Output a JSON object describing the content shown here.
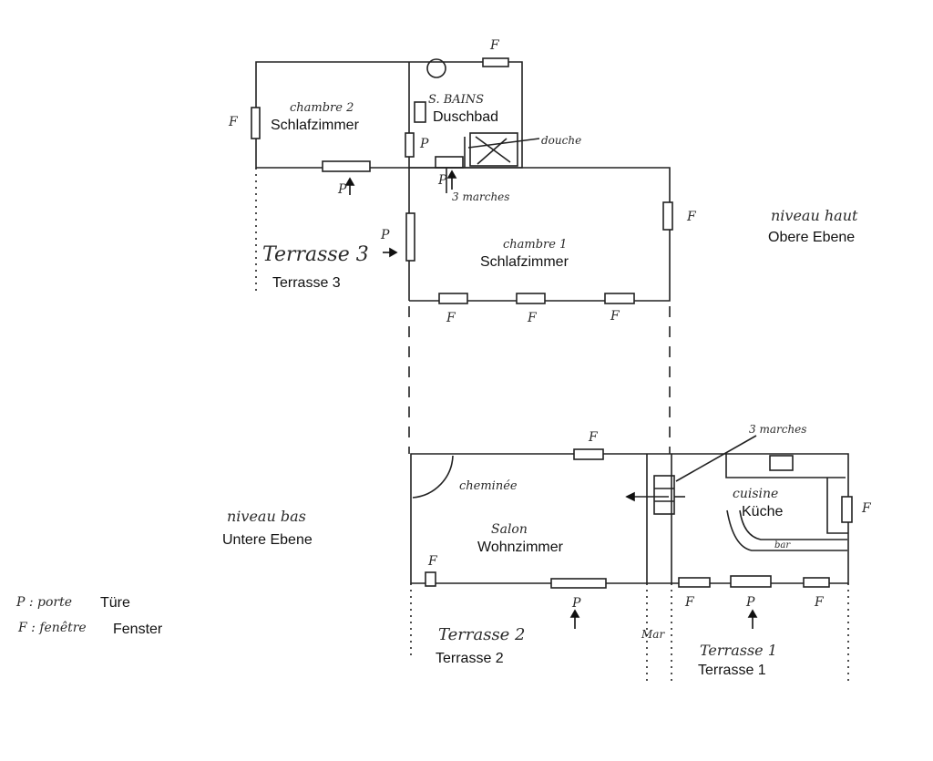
{
  "upper_level": {
    "label_fr": "niveau haut",
    "label_de": "Obere Ebene",
    "rooms": {
      "bedroom2": {
        "fr": "chambre 2",
        "de": "Schlafzimmer"
      },
      "bathroom": {
        "fr": "S. BAINS",
        "de": "Duschbad"
      },
      "bedroom1": {
        "fr": "chambre 1",
        "de": "Schlafzimmer"
      },
      "terrace3": {
        "fr": "Terrasse 3",
        "de": "Terrasse 3"
      }
    },
    "annotations": {
      "douche": "douche",
      "marches": "3 marches"
    }
  },
  "lower_level": {
    "label_fr": "niveau bas",
    "label_de": "Untere Ebene",
    "rooms": {
      "salon": {
        "fr": "Salon",
        "de": "Wohnzimmer"
      },
      "kitchen": {
        "fr": "cuisine",
        "de": "Küche"
      },
      "terrace2": {
        "fr": "Terrasse 2",
        "de": "Terrasse 2"
      },
      "terrace1": {
        "fr": "Terrasse 1",
        "de": "Terrasse 1"
      }
    },
    "annotations": {
      "cheminee": "cheminée",
      "marches": "3 marches",
      "bar": "bar",
      "small": "Mar"
    }
  },
  "symbols": {
    "door": "P",
    "window": "F"
  },
  "legend": {
    "door_fr": "P : porte",
    "door_de": "Türe",
    "window_fr": "F : fenêtre",
    "window_de": "Fenster"
  }
}
